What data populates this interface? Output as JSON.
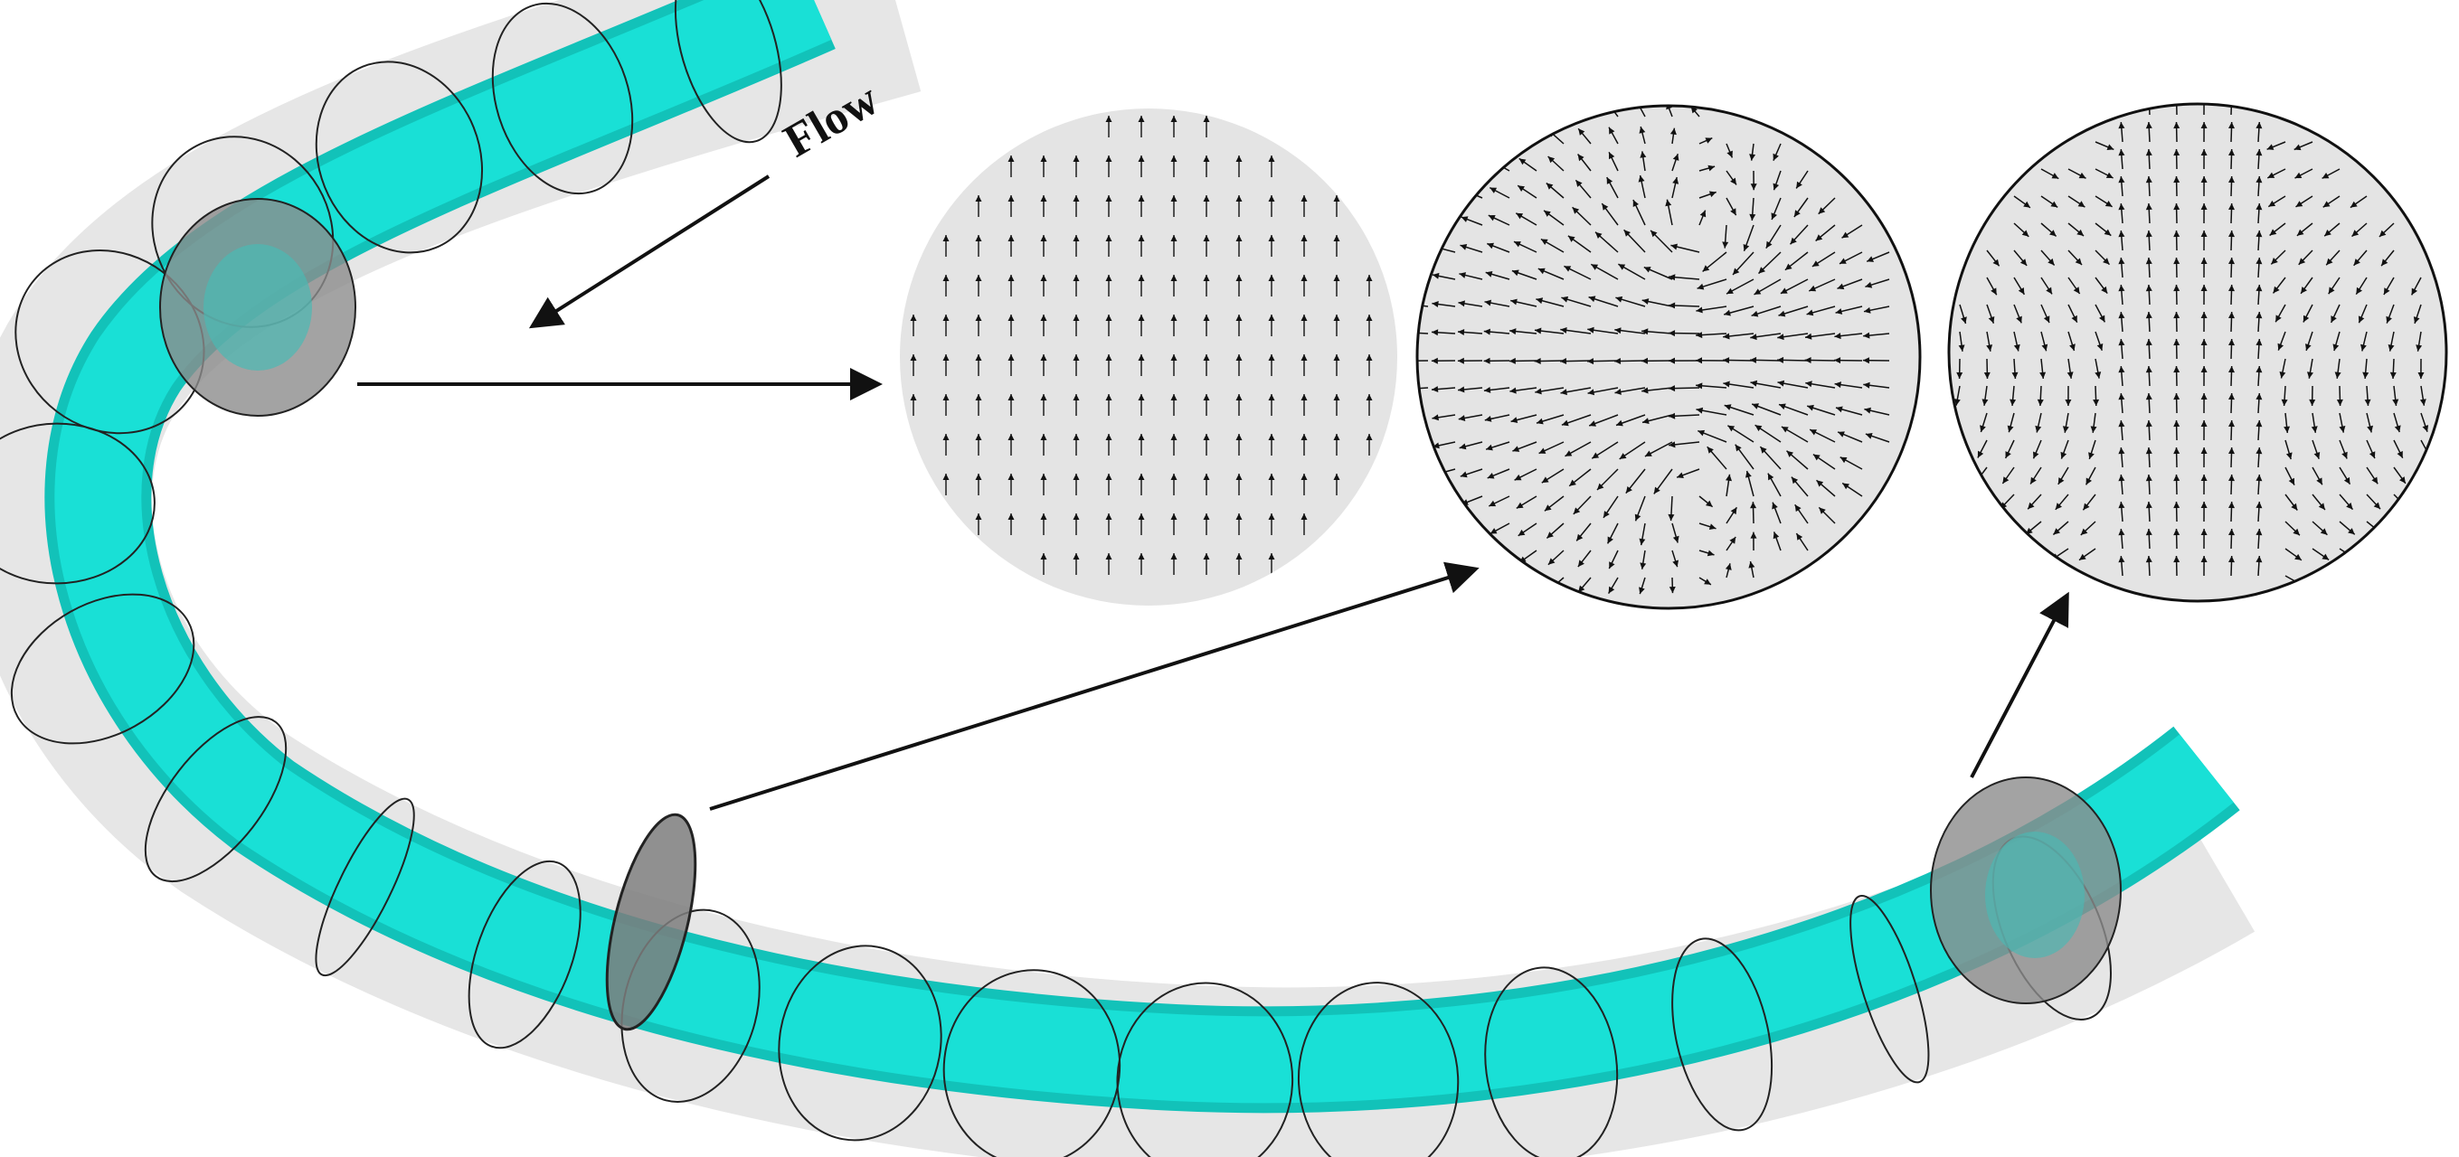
{
  "figure": {
    "flow_label": "Flow",
    "colors": {
      "background": "#ffffff",
      "pipe_shell": "#e6e6e6",
      "fluid_core": "#19e0d6",
      "fluid_core_dark": "#12c2b9",
      "disk_fill": "#8c8c8c",
      "section_fill": "#e4e4e4",
      "arrow": "#111111"
    },
    "cross_sections": [
      {
        "name": "cross-section-bend-inlet",
        "pattern": "uniform"
      },
      {
        "name": "cross-section-mid-bend",
        "pattern": "dean-vortices"
      },
      {
        "name": "cross-section-bend-outlet",
        "pattern": "secondary-flow"
      }
    ]
  }
}
